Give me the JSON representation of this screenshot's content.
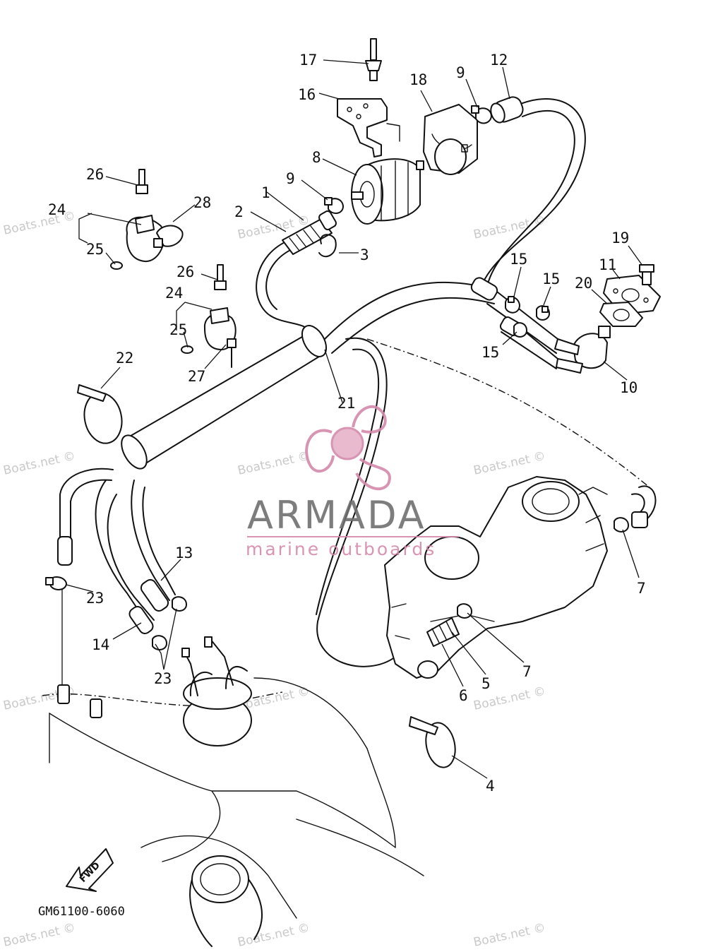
{
  "diagram": {
    "callouts": [
      {
        "id": "p1",
        "text": "1"
      },
      {
        "id": "p2",
        "text": "2"
      },
      {
        "id": "p3",
        "text": "3"
      },
      {
        "id": "p4",
        "text": "4"
      },
      {
        "id": "p5",
        "text": "5"
      },
      {
        "id": "p6",
        "text": "6"
      },
      {
        "id": "p7a",
        "text": "7"
      },
      {
        "id": "p7b",
        "text": "7"
      },
      {
        "id": "p8",
        "text": "8"
      },
      {
        "id": "p9a",
        "text": "9"
      },
      {
        "id": "p9b",
        "text": "9"
      },
      {
        "id": "p10",
        "text": "10"
      },
      {
        "id": "p11",
        "text": "11"
      },
      {
        "id": "p12",
        "text": "12"
      },
      {
        "id": "p13",
        "text": "13"
      },
      {
        "id": "p14",
        "text": "14"
      },
      {
        "id": "p15a",
        "text": "15"
      },
      {
        "id": "p15b",
        "text": "15"
      },
      {
        "id": "p15c",
        "text": "15"
      },
      {
        "id": "p16",
        "text": "16"
      },
      {
        "id": "p17",
        "text": "17"
      },
      {
        "id": "p18",
        "text": "18"
      },
      {
        "id": "p19",
        "text": "19"
      },
      {
        "id": "p20",
        "text": "20"
      },
      {
        "id": "p21",
        "text": "21"
      },
      {
        "id": "p22",
        "text": "22"
      },
      {
        "id": "p23a",
        "text": "23"
      },
      {
        "id": "p23b",
        "text": "23"
      },
      {
        "id": "p24a",
        "text": "24"
      },
      {
        "id": "p24b",
        "text": "24"
      },
      {
        "id": "p25a",
        "text": "25"
      },
      {
        "id": "p25b",
        "text": "25"
      },
      {
        "id": "p26a",
        "text": "26"
      },
      {
        "id": "p26b",
        "text": "26"
      },
      {
        "id": "p27",
        "text": "27"
      },
      {
        "id": "p28",
        "text": "28"
      }
    ],
    "diagram_code": "GM61100-6060",
    "direction_label": "FWD"
  },
  "watermark": {
    "site_label": "Boats.net ©",
    "brand_name": "ARMADA",
    "brand_tagline": "marine outboards",
    "colors": {
      "brand_pink": "#d48aab",
      "brand_gray": "#6f6f6f",
      "watermark_gray": "#c9c9c9"
    }
  }
}
